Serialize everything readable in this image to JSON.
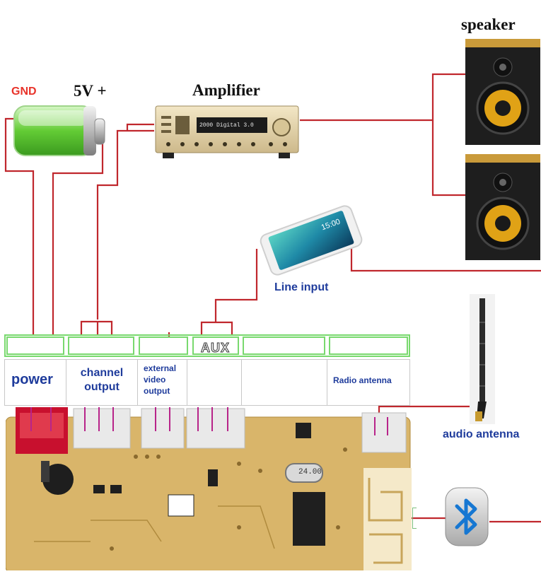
{
  "labels": {
    "gnd": "GND",
    "v5": "5V +",
    "amplifier": "Amplifier",
    "speaker": "speaker",
    "line_input": "Line input",
    "audio_antenna": "audio antenna",
    "power": "power",
    "channel_output": "channel\noutput",
    "external_video_output": "external\nvideo\noutput",
    "aux": "AUX",
    "radio_antenna": "Radio antenna"
  },
  "amplifier_display": "2000  Digital 3.0",
  "phone_time": "15:00",
  "crystal": "24.00",
  "colors": {
    "wire": "#c0272d",
    "connector_pin": "#b8248a",
    "header_outline": "#79d96e",
    "label_blue": "#1f3c9c",
    "gnd_red": "#e8332a",
    "battery_green": "#5cc832",
    "pcb": "#d9b56a",
    "bluetooth_blue": "#1677d2"
  },
  "icons": {
    "battery": "battery-icon",
    "amplifier": "amplifier-icon",
    "speaker": "speaker-icon",
    "phone": "smartphone-icon",
    "antenna": "antenna-icon",
    "bluetooth": "bluetooth-icon",
    "board": "pcb-board-icon"
  }
}
